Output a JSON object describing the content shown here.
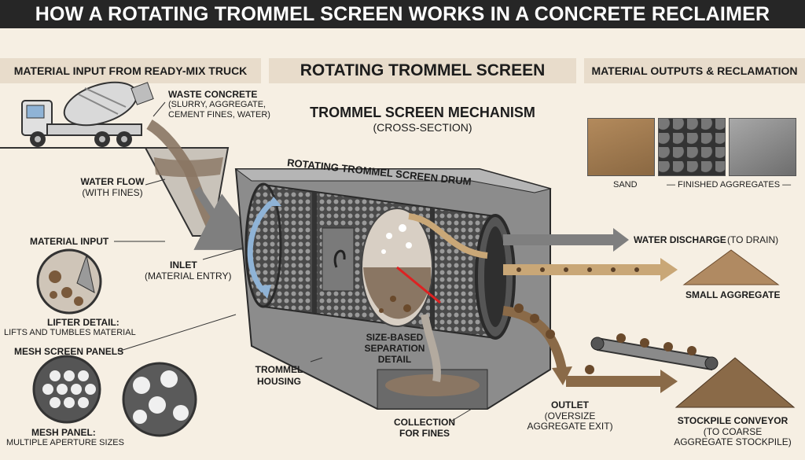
{
  "title": "HOW A ROTATING TROMMEL SCREEN WORKS IN A CONCRETE RECLAIMER",
  "panels": {
    "left": "MATERIAL INPUT FROM READY-MIX TRUCK",
    "center": "ROTATING TROMMEL SCREEN",
    "right": "MATERIAL OUTPUTS & RECLAMATION"
  },
  "mechanism": {
    "title": "TROMMEL SCREEN MECHANISM",
    "subtitle": "(CROSS-SECTION)",
    "drum_label": "ROTATING TROMMEL SCREEN DRUM"
  },
  "labels": {
    "waste_concrete_title": "WASTE CONCRETE",
    "waste_concrete_detail_1": "(SLURRY, AGGREGATE,",
    "waste_concrete_detail_2": "CEMENT FINES, WATER)",
    "water_flow_title": "WATER FLOW",
    "water_flow_detail": "(WITH FINES)",
    "material_input": "MATERIAL INPUT",
    "inlet_title": "INLET",
    "inlet_detail": "(MATERIAL ENTRY)",
    "lifter_title": "LIFTER DETAIL:",
    "lifter_detail": "LIFTS AND TUMBLES MATERIAL",
    "mesh_panels": "MESH SCREEN PANELS",
    "mesh_panel_title": "MESH PANEL:",
    "mesh_panel_detail": "MULTIPLE APERTURE SIZES",
    "trommel_housing_1": "TROMMEL",
    "trommel_housing_2": "HOUSING",
    "size_sep_1": "SIZE-BASED",
    "size_sep_2": "SEPARATION",
    "size_sep_3": "DETAIL",
    "collection_1": "COLLECTION",
    "collection_2": "FOR FINES",
    "outlet_title": "OUTLET",
    "outlet_detail_1": "(OVERSIZE",
    "outlet_detail_2": "AGGREGATE EXIT)",
    "water_discharge_title": "WATER DISCHARGE",
    "water_discharge_detail": "(TO DRAIN)",
    "small_aggregate": "SMALL AGGREGATE",
    "stockpile_title": "STOCKPILE CONVEYOR",
    "stockpile_detail_1": "(TO COARSE",
    "stockpile_detail_2": "AGGREGATE STOCKPILE)"
  },
  "outputs": {
    "sand": "SAND",
    "finished": "— FINISHED AGGREGATES —"
  },
  "colors": {
    "background": "#f6efe3",
    "title_bar": "#262626",
    "panel_head": "#e8dccb",
    "steel": "#6e6e6e",
    "slurry": "#8a7663",
    "aggregate": "#7a5a3c",
    "water_arrow": "#7f7f7f",
    "aggregate_arrow": "#8a6a48",
    "rotation_arrow": "#8fb3d6"
  },
  "icons": {
    "truck": "mixer-truck-icon",
    "drum": "trommel-drum-icon",
    "conveyor": "conveyor-icon"
  }
}
